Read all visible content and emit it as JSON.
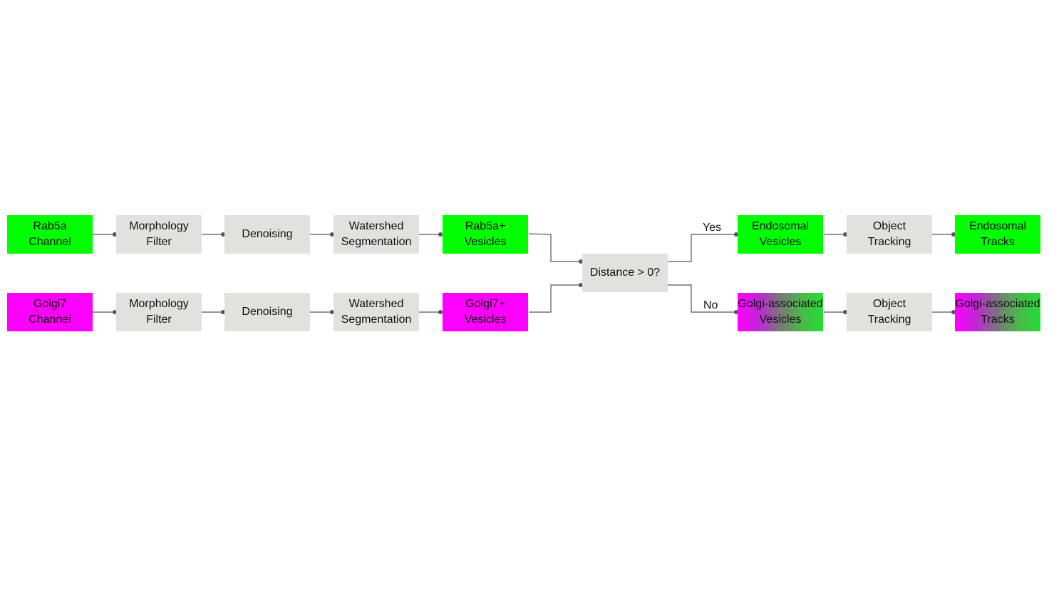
{
  "nodes": {
    "rab5a_channel": {
      "line1": "Rab5a",
      "line2": "Channel",
      "color": "#00ff00"
    },
    "golgi7_channel": {
      "line1": "Golgi7",
      "line2": "Channel",
      "color": "#ff00ff"
    },
    "morph_top": {
      "line1": "Morphology",
      "line2": "Filter"
    },
    "morph_bottom": {
      "line1": "Morphology",
      "line2": "Filter"
    },
    "denoise_top": {
      "line1": "Denoising"
    },
    "denoise_bottom": {
      "line1": "Denoising"
    },
    "watershed_top": {
      "line1": "Watershed",
      "line2": "Segmentation"
    },
    "watershed_bottom": {
      "line1": "Watershed",
      "line2": "Segmentation"
    },
    "rab5a_vesicles": {
      "line1": "Rab5a+",
      "line2": "Vesicles",
      "color": "#00ff00"
    },
    "golgi7_vesicles": {
      "line1": "Golgi7+",
      "line2": "Vesicles",
      "color": "#ff00ff"
    },
    "decision": {
      "line1": "Distance > 0?"
    },
    "endosomal_vesicles": {
      "line1": "Endosomal",
      "line2": "Vesicles",
      "color": "#00ff00"
    },
    "golgi_assoc_vesicles": {
      "line1": "Golgi-associated",
      "line2": "Vesicles"
    },
    "tracking_top": {
      "line1": "Object",
      "line2": "Tracking"
    },
    "tracking_bottom": {
      "line1": "Object",
      "line2": "Tracking"
    },
    "endosomal_tracks": {
      "line1": "Endosomal",
      "line2": "Tracks",
      "color": "#00ff00"
    },
    "golgi_assoc_tracks": {
      "line1": "Golgi-associated",
      "line2": "Tracks"
    }
  },
  "edge_labels": {
    "yes": "Yes",
    "no": "No"
  },
  "colors": {
    "rab5a": "#00ff00",
    "golgi7": "#ff00ff",
    "process": "#e1e1dd",
    "connector": "#555555"
  }
}
